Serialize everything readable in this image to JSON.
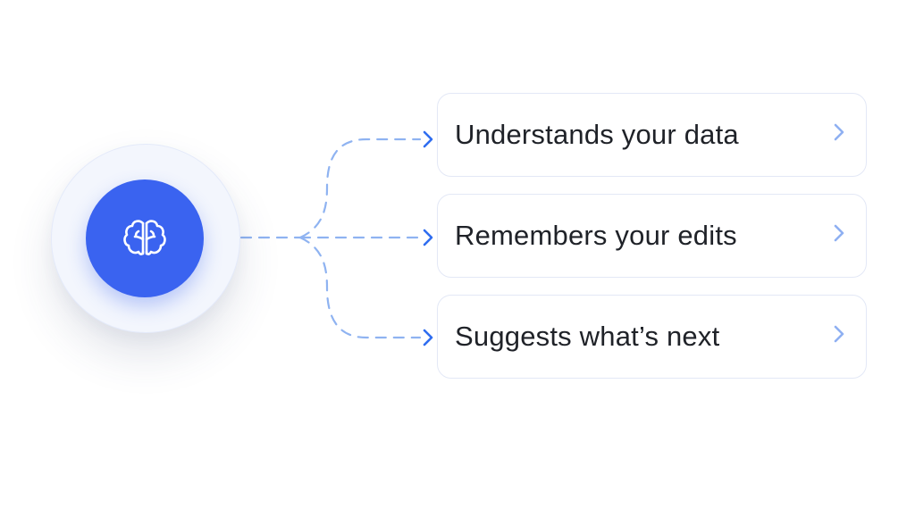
{
  "hub": {
    "icon": "brain-icon",
    "accent_color": "#3a63f0",
    "ring_color": "#f3f6fd"
  },
  "connector": {
    "color": "#7aa6ef",
    "arrow_color": "#2f6df0",
    "style": "dashed"
  },
  "features": [
    {
      "label": "Understands your data",
      "icon": "chevron-right-icon"
    },
    {
      "label": "Remembers your edits",
      "icon": "chevron-right-icon"
    },
    {
      "label": "Suggests what’s next",
      "icon": "chevron-right-icon"
    }
  ]
}
